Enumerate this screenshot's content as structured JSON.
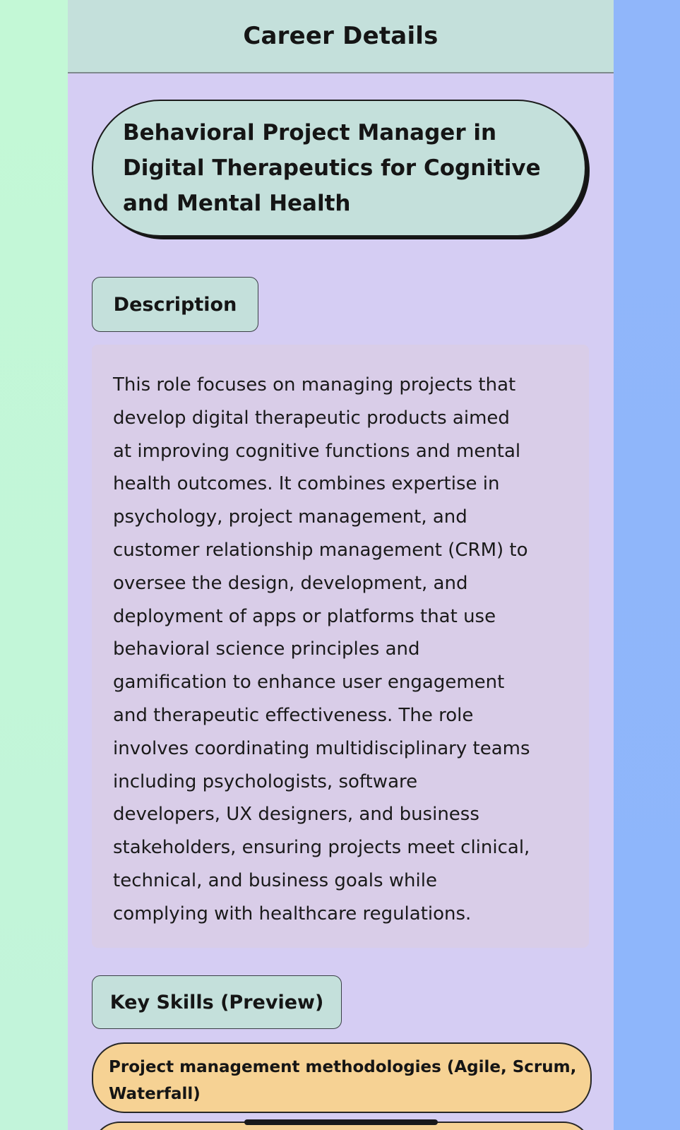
{
  "header": {
    "title": "Career Details"
  },
  "career": {
    "title": "Behavioral Project Manager in\nDigital Therapeutics for Cognitive\nand Mental Health"
  },
  "description": {
    "label": "Description",
    "text": "This role focuses on managing projects that\ndevelop digital therapeutic products aimed\nat improving cognitive functions and mental\nhealth outcomes. It combines expertise in\npsychology, project management, and\ncustomer relationship management (CRM) to\noversee the design, development, and\ndeployment of apps or platforms that use\nbehavioral science principles and\ngamification to enhance user engagement\nand therapeutic effectiveness. The role\ninvolves coordinating multidisciplinary teams\nincluding psychologists, software\ndevelopers, UX designers, and business\nstakeholders, ensuring projects meet clinical,\ntechnical, and business goals while\ncomplying with healthcare regulations."
  },
  "skills": {
    "label": "Key Skills (Preview)",
    "items": [
      "Project management methodologies (Agile, Scrum,\nWaterfall)",
      ""
    ]
  },
  "colors": {
    "header_bg": "#c4e0db",
    "content_bg": "#d5cdf3",
    "description_bg": "#d9cde8",
    "skill_chip_bg": "#f6d294",
    "left_side": "#c3f8d6",
    "right_side": "#90b6fa"
  }
}
